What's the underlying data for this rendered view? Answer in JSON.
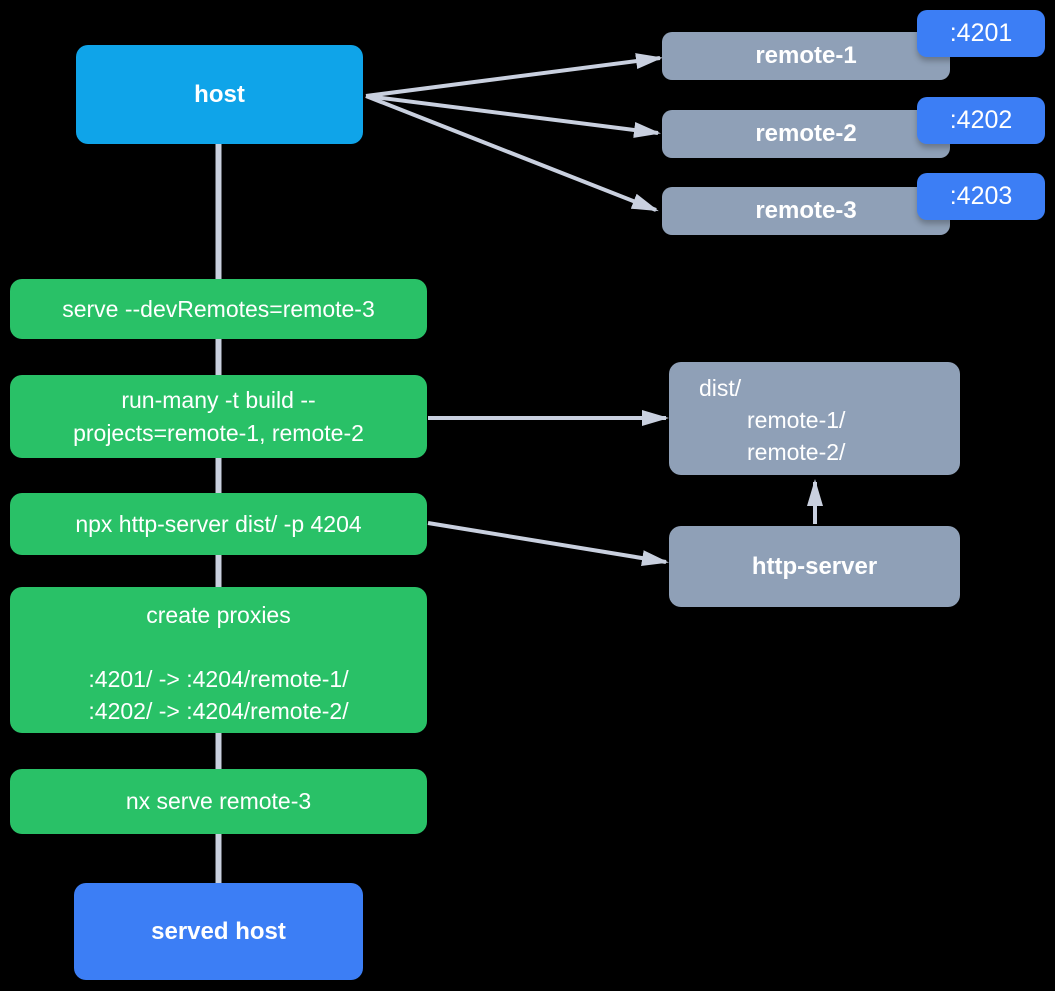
{
  "colors": {
    "canvas_bg": "#000000",
    "host_blue": "#0FA4E9",
    "node_gray": "#8FA0B7",
    "badge_blue": "#3C7EF5",
    "step_green": "#29C167",
    "connector_gray": "#C9D0DF",
    "text_white": "#FFFFFF"
  },
  "host": {
    "label": "host"
  },
  "remotes": [
    {
      "label": "remote-1",
      "port": ":4201"
    },
    {
      "label": "remote-2",
      "port": ":4202"
    },
    {
      "label": "remote-3",
      "port": ":4203"
    }
  ],
  "steps": {
    "serve": "serve --devRemotes=remote-3",
    "run_many_line1": "run-many -t build --",
    "run_many_line2": "projects=remote-1, remote-2",
    "http_server_cmd": "npx http-server dist/ -p 4204",
    "proxies_title": "create proxies",
    "proxy_map1": ":4201/ -> :4204/remote-1/",
    "proxy_map2": ":4202/ -> :4204/remote-2/",
    "nx_serve": "nx serve remote-3"
  },
  "dist": {
    "line1": "dist/",
    "line2": "remote-1/",
    "line3": "remote-2/"
  },
  "http_server": {
    "label": "http-server"
  },
  "served_host": {
    "label": "served host"
  }
}
